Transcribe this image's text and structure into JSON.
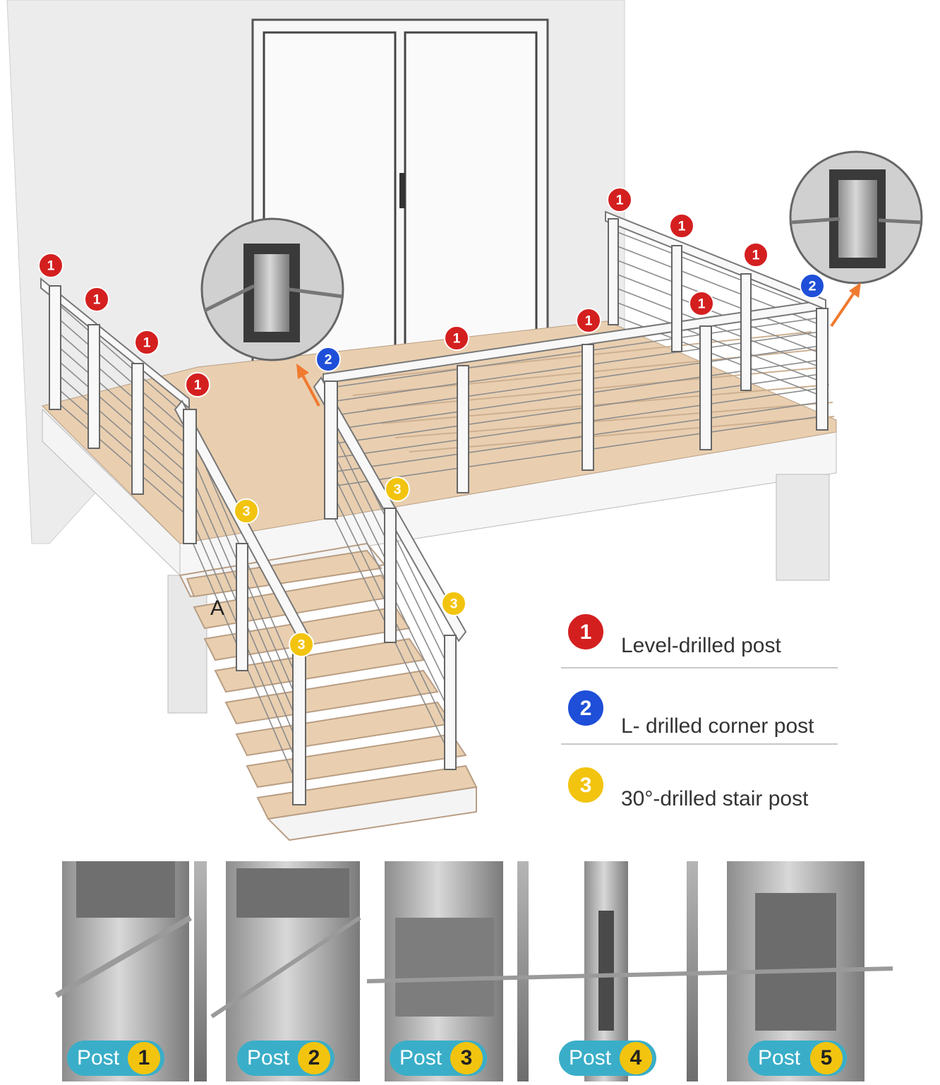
{
  "markers": [
    {
      "num": "1",
      "kind": "level"
    },
    {
      "num": "1",
      "kind": "level"
    },
    {
      "num": "1",
      "kind": "level"
    },
    {
      "num": "1",
      "kind": "level"
    },
    {
      "num": "1",
      "kind": "level"
    },
    {
      "num": "1",
      "kind": "level"
    },
    {
      "num": "1",
      "kind": "level"
    },
    {
      "num": "1",
      "kind": "level"
    },
    {
      "num": "1",
      "kind": "level"
    },
    {
      "num": "1",
      "kind": "level"
    },
    {
      "num": "2",
      "kind": "corner"
    },
    {
      "num": "2",
      "kind": "corner"
    },
    {
      "num": "3",
      "kind": "stair"
    },
    {
      "num": "3",
      "kind": "stair"
    },
    {
      "num": "3",
      "kind": "stair"
    },
    {
      "num": "3",
      "kind": "stair"
    }
  ],
  "colors": {
    "level": "#d41f1f",
    "corner": "#1f4fd8",
    "stair": "#f2c40f",
    "pill": "#3aaec8",
    "deck": "#e9cfb0",
    "wall": "#ececec",
    "arrow": "#f07a30"
  },
  "stair_label": "A",
  "legend": [
    {
      "num": "1",
      "label": "Level-drilled post",
      "kind": "level"
    },
    {
      "num": "2",
      "label": "L- drilled corner post",
      "kind": "corner"
    },
    {
      "num": "3",
      "label": "30°-drilled stair post",
      "kind": "stair"
    }
  ],
  "posts": [
    {
      "word": "Post",
      "num": "1"
    },
    {
      "word": "Post",
      "num": "2"
    },
    {
      "word": "Post",
      "num": "3"
    },
    {
      "word": "Post",
      "num": "4"
    },
    {
      "word": "Post",
      "num": "5"
    }
  ]
}
